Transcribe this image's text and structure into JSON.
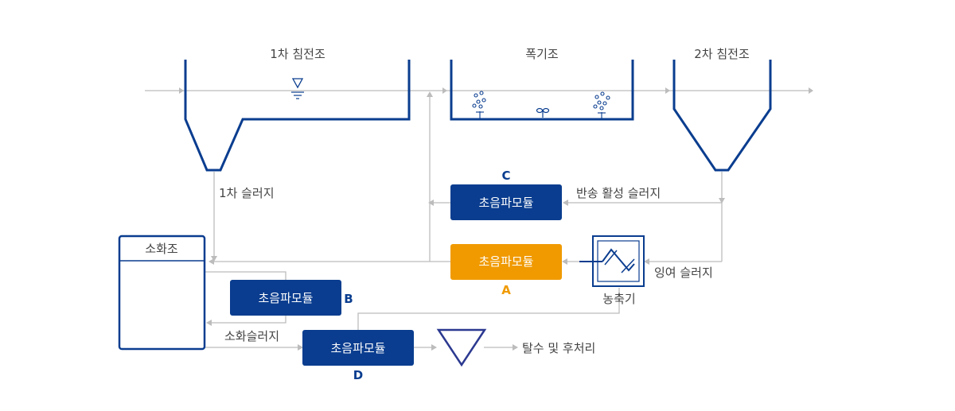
{
  "colors": {
    "navy": "#0a3d8f",
    "orange": "#f09a00",
    "flow_line": "#bcbcbc",
    "text": "#444444"
  },
  "tanks": {
    "primary_clarifier": "1차 침전조",
    "aeration_tank": "폭기조",
    "secondary_clarifier": "2차 침전조",
    "digester": "소화조"
  },
  "modules": {
    "a": {
      "label": "초음파모듈",
      "letter": "A"
    },
    "b": {
      "label": "초음파모듈",
      "letter": "B"
    },
    "c": {
      "label": "초음파모듈",
      "letter": "C"
    },
    "d": {
      "label": "초음파모듈",
      "letter": "D"
    }
  },
  "streams": {
    "primary_sludge": "1차 슬러지",
    "return_activated_sludge": "반송 활성 슬러지",
    "excess_sludge": "잉여 슬러지",
    "digested_sludge": "소화슬러지",
    "thickener": "농축기",
    "dewatering": "탈수 및 후처리"
  },
  "icons": [
    "water-level-icon",
    "air-bubbles-icon",
    "mixer-icon",
    "thickener-icon",
    "dewatering-funnel-icon",
    "arrow-icon"
  ]
}
